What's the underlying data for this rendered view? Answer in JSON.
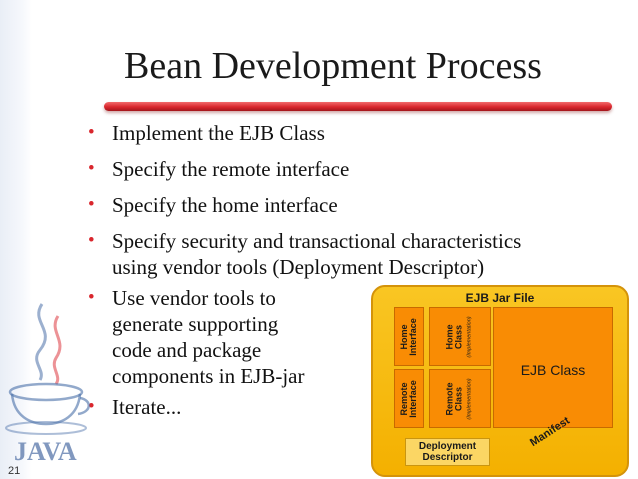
{
  "slide": {
    "title": "Bean Development Process",
    "page_number": "21",
    "bullets": [
      {
        "text": "Implement the EJB Class"
      },
      {
        "text": "Specify the remote interface"
      },
      {
        "text": "Specify the home interface"
      },
      {
        "line1": "Specify security and transactional characteristics",
        "line2": "using vendor tools (Deployment Descriptor)"
      },
      {
        "line1": "Use vendor tools to",
        "line2": "generate supporting",
        "line3": "code and package",
        "line4": "components in EJB-jar"
      },
      {
        "text": "Iterate..."
      }
    ],
    "bullet_symbol": "•",
    "accent_color": "#d9262d"
  },
  "logo": {
    "text": "JAVA",
    "icon": "java-coffee-cup-icon"
  },
  "diagram": {
    "jar_label": "EJB Jar File",
    "ejb_class_label": "EJB Class",
    "home_interface": {
      "line1": "Home",
      "line2": "Interface"
    },
    "home_class": {
      "line1": "Home",
      "line2": "Class",
      "note": "(Implementation)"
    },
    "remote_interface": {
      "line1": "Remote",
      "line2": "Interface"
    },
    "remote_class": {
      "line1": "Remote",
      "line2": "Class",
      "note": "(Implementation)"
    },
    "deployment_descriptor": {
      "line1": "Deployment",
      "line2": "Descriptor"
    },
    "manifest_label": "Manifest",
    "jar_color": "#f4b000",
    "component_color": "#f98c04"
  }
}
